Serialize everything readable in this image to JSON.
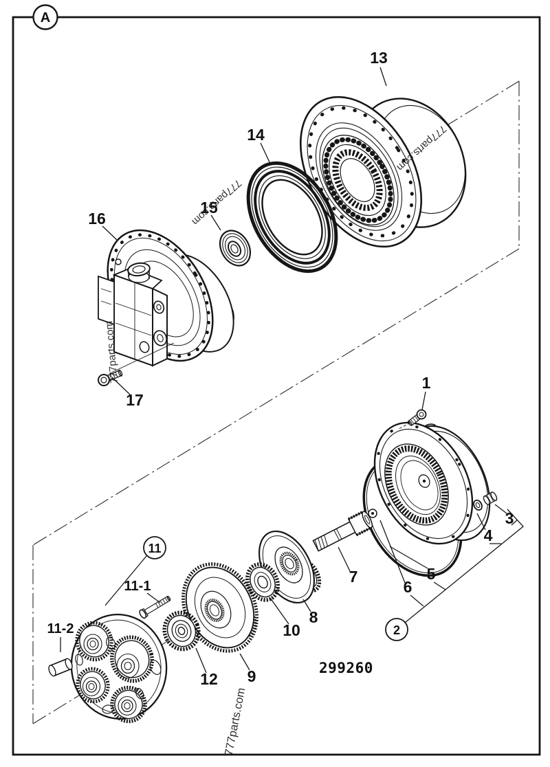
{
  "diagram": {
    "view_label": "A",
    "drawing_number": "299260",
    "watermark": "777parts.com",
    "callouts": {
      "c1": "1",
      "c2": "2",
      "c3": "3",
      "c4": "4",
      "c5": "5",
      "c6": "6",
      "c7": "7",
      "c8": "8",
      "c9": "9",
      "c10": "10",
      "c11": "11",
      "c11_1": "11-1",
      "c11_2": "11-2",
      "c12": "12",
      "c13": "13",
      "c14": "14",
      "c15": "15",
      "c16": "16",
      "c17": "17"
    }
  }
}
